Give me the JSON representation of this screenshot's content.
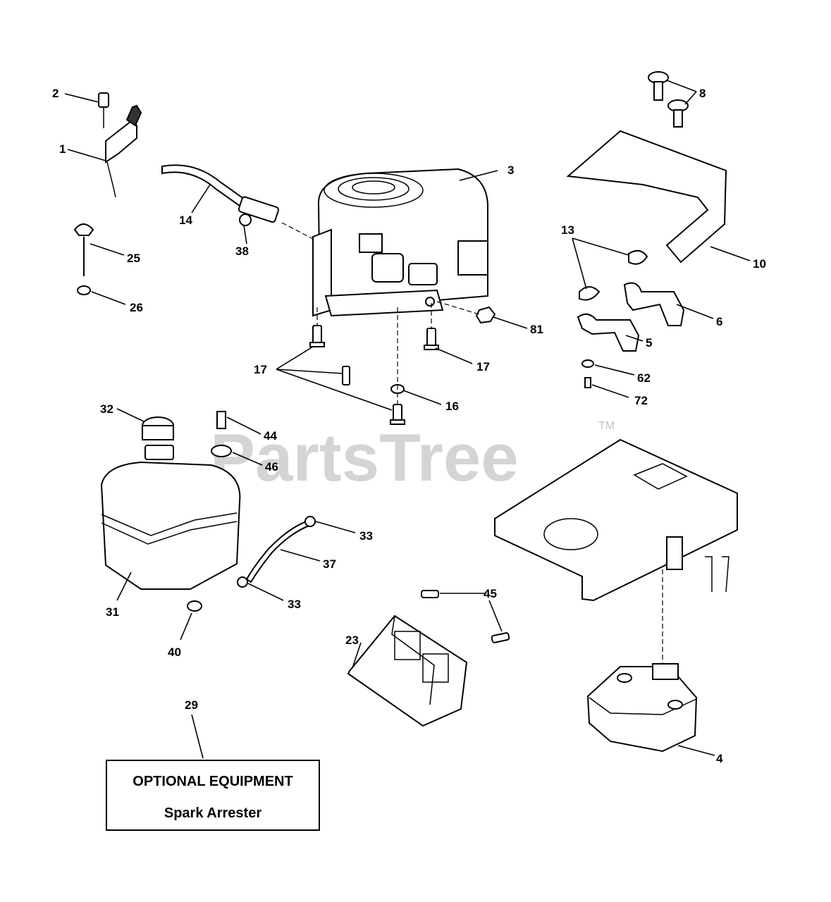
{
  "watermark": {
    "text": "PartsTree",
    "trademark": "TM"
  },
  "optional_box": {
    "title": "OPTIONAL EQUIPMENT",
    "subtitle": "Spark Arrester"
  },
  "callouts": {
    "c1": "1",
    "c2": "2",
    "c3": "3",
    "c4": "4",
    "c5": "5",
    "c6": "6",
    "c8": "8",
    "c10": "10",
    "c13": "13",
    "c14": "14",
    "c16": "16",
    "c17a": "17",
    "c17b": "17",
    "c23": "23",
    "c25": "25",
    "c26": "26",
    "c29": "29",
    "c31": "31",
    "c32": "32",
    "c33a": "33",
    "c33b": "33",
    "c37": "37",
    "c38": "38",
    "c40": "40",
    "c44": "44",
    "c45": "45",
    "c46": "46",
    "c62": "62",
    "c72": "72",
    "c81": "81"
  }
}
